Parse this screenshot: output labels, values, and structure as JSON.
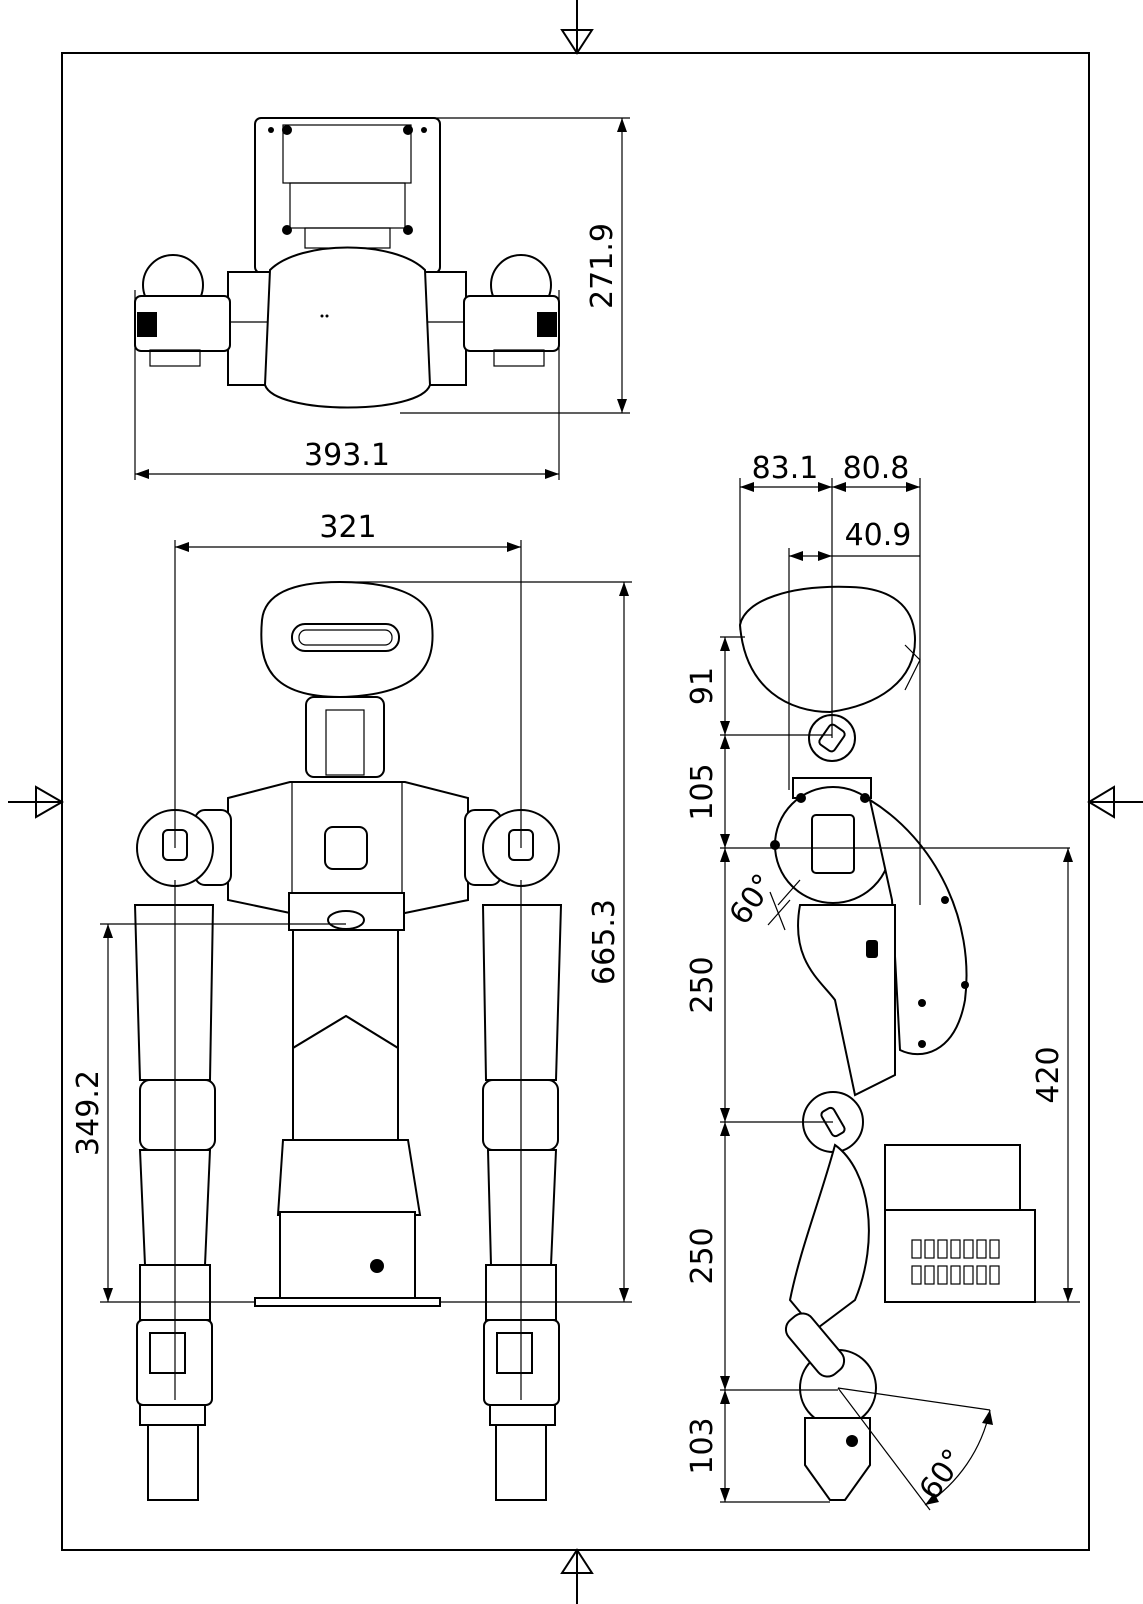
{
  "drawing": {
    "top_view": {
      "height_dim": "271.9",
      "width_dim": "393.1"
    },
    "front_view": {
      "arm_span_dim": "321",
      "total_height_dim": "665.3",
      "arm_length_dim": "349.2"
    },
    "side_view": {
      "head_offset_dim": "83.1",
      "body_offset_dim": "80.8",
      "neck_offset_dim": "40.9",
      "head_height_dim": "91",
      "neck_height_dim": "105",
      "upper_arm_dim": "250",
      "forearm_dim": "250",
      "gripper_dim": "103",
      "shoulder_to_base_dim": "420",
      "shoulder_angle": "60°",
      "wrist_angle": "60°"
    }
  }
}
